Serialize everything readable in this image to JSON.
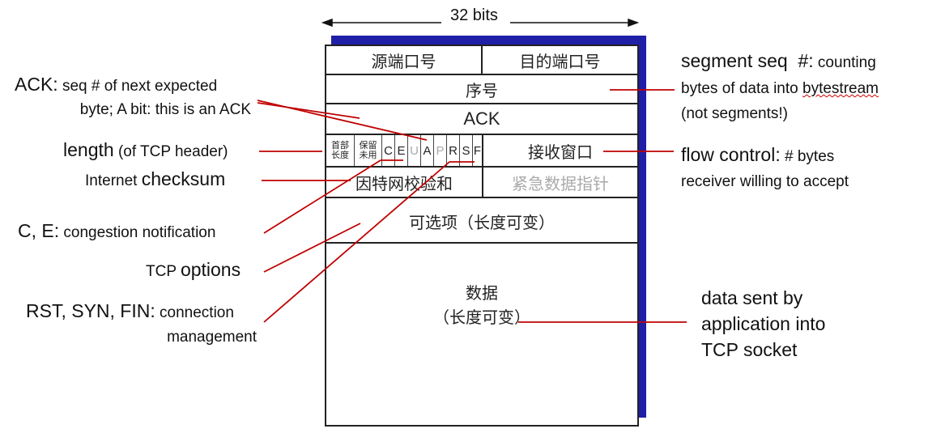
{
  "width_label": "32 bits",
  "header": {
    "src_port": "源端口号",
    "dst_port": "目的端口号",
    "seq": "序号",
    "ack": "ACK",
    "hdr_len": [
      "首部",
      "长度"
    ],
    "reserved": [
      "保留",
      "未用"
    ],
    "flags": [
      "C",
      "E",
      "U",
      "A",
      "P",
      "R",
      "S",
      "F"
    ],
    "rwnd": "接收窗口",
    "checksum": "因特网校验和",
    "urg_ptr": "紧急数据指针",
    "options": "可选项（长度可变）",
    "data": "数据",
    "data_sub": "（长度可变）"
  },
  "annotations": {
    "ack": {
      "bold": "ACK:",
      "text1": " seq # of next expected",
      "text2": "byte; A bit: this is an ACK"
    },
    "length": {
      "bold": "length",
      "text": " (of TCP header)"
    },
    "checksum": {
      "text": "Internet ",
      "bold": "checksum"
    },
    "ce": {
      "bold": "C, E:",
      "text": " congestion notification"
    },
    "options": {
      "text": "TCP ",
      "bold": "options"
    },
    "rsf": {
      "bold": "RST, SYN, FIN:",
      "text1": " connection",
      "text2": "management"
    },
    "seqnum": {
      "bold": "segment seq  #:",
      "text1": " counting",
      "text2a": "bytes of data into ",
      "text2b": "bytestream",
      "text3": "(not segments!)"
    },
    "flow": {
      "bold": "flow control:",
      "text1": " # bytes",
      "text2": "receiver willing to accept"
    },
    "data": {
      "line1": "data sent by",
      "line2": "application into",
      "line3": "TCP socket"
    }
  },
  "colors": {
    "arrow": "#c00000",
    "shadow": "#1f1fa8",
    "faded_flag": "#aaaaaa"
  }
}
